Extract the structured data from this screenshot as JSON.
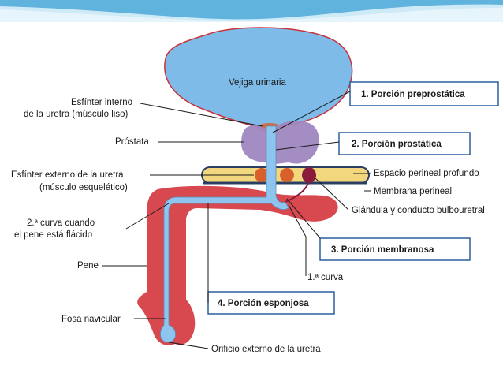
{
  "colors": {
    "banner_light": "#cfeaf7",
    "banner_dark": "#5fb3dd",
    "bladder": "#7fbbe8",
    "bladder_outline": "#c8323a",
    "prostate": "#9f87c0",
    "penis": "#d8484f",
    "urethra": "#8ec5ee",
    "membrane": "#f3d77f",
    "gland": "#8a1b3c",
    "sphincter": "#d8602c",
    "box_border": "#2b5e9e"
  },
  "labels": {
    "bladder": "Vejiga urinaria",
    "internal_sphincter_1": "Esfínter interno",
    "internal_sphincter_2": "de la uretra (músculo liso)",
    "prostate": "Próstata",
    "external_sphincter_1": "Esfínter externo de la uretra",
    "external_sphincter_2": "(músculo esquelético)",
    "second_curve_1": "2.ª curva cuando",
    "second_curve_2": "el pene está flácido",
    "penis": "Pene",
    "navicular_fossa": "Fosa navicular",
    "deep_perineal_space": "Espacio perineal profundo",
    "perineal_membrane": "Membrana perineal",
    "bulbourethral_gland": "Glándula y conducto bulbouretral",
    "first_curve": "1.ª curva",
    "external_orifice": "Orificio externo de la uretra"
  },
  "boxes": {
    "preprostatic": "1. Porción preprostática",
    "prostatic": "2. Porción prostática",
    "membranous": "3. Porción membranosa",
    "spongy": "4. Porción esponjosa"
  }
}
